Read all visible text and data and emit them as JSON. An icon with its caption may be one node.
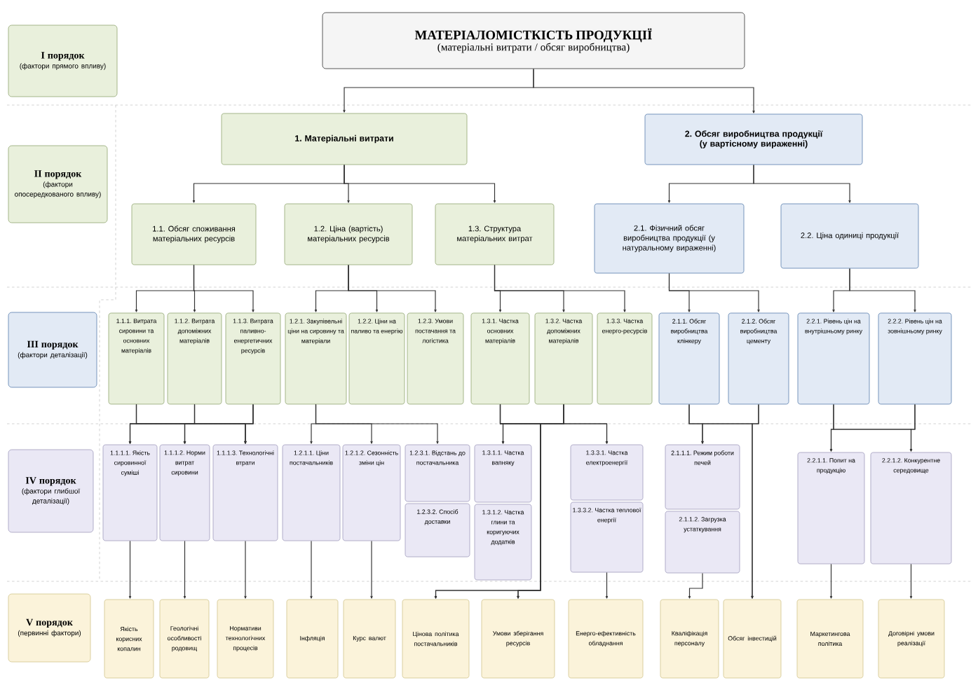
{
  "diagram": {
    "nodes": [
      {
        "text": [
          "I порядок",
          "(фактори прямого впливу)"
        ]
      },
      {
        "text": [
          "II порядок",
          "(фактори опосередкованого впливу)"
        ]
      },
      {
        "text": [
          "III порядок",
          "(фактори деталізації)"
        ]
      },
      {
        "text": [
          "IV порядок",
          "(фактори глибшої деталізації)"
        ]
      },
      {
        "text": [
          "V порядок",
          "(первинні фактори)"
        ]
      },
      {
        "text": [
          "МАТЕРІАЛОМІСТКІСТЬ ПРОДУКЦІЇ",
          "(матеріальні витрати / обсяг виробництва)"
        ]
      },
      {
        "text": [
          "1. Матеріальні витрати"
        ]
      },
      {
        "text": [
          "2. Обсяг виробництва продукції (у вартісному вираженні)"
        ]
      },
      {
        "text": [
          "1.1. Обсяг споживання матеріальних ресурсів"
        ]
      },
      {
        "text": [
          "1.2. Ціна (вартість) матеріальних ресурсів"
        ]
      },
      {
        "text": [
          "1.3. Структура матеріальних витрат"
        ]
      },
      {
        "text": [
          "2.1. Фізичний обсяг виробництва продукції (у натуральному вираженні)"
        ]
      },
      {
        "text": [
          "2.2. Ціна одиниці продукції"
        ]
      },
      {
        "text": [
          "1.1.1. Витрата сировини та основних матеріалів"
        ]
      },
      {
        "text": [
          "1.1.2. Витрата допоміжних матеріалів"
        ]
      },
      {
        "text": [
          "1.1.3. Витрата паливно-енергетичних ресурсів"
        ]
      },
      {
        "text": [
          "1.2.1. Закупівельні ціни на сировину та матеріали"
        ]
      },
      {
        "text": [
          "1.2.2. Ціни на паливо та енергію"
        ]
      },
      {
        "text": [
          "1.2.3. Умови постачання та логістика"
        ]
      },
      {
        "text": [
          "1.3.1. Частка основних матеріалів"
        ]
      },
      {
        "text": [
          "1.3.2. Частка допоміжних матеріалів"
        ]
      },
      {
        "text": [
          "1.3.3. Частка енерго-ресурсів"
        ]
      },
      {
        "text": [
          "2.1.1. Обсяг виробництва клінкеру"
        ]
      },
      {
        "text": [
          "2.1.2. Обсяг виробництва цементу"
        ]
      },
      {
        "text": [
          "2.2.1. Рівень цін на внутрішньому ринку"
        ]
      },
      {
        "text": [
          "2.2.2. Рівень цін на зовнішньому ринку"
        ]
      },
      {
        "text": [
          "1.1.1.1. Якість сировинної суміші"
        ]
      },
      {
        "text": [
          "1.1.1.2. Норми витрат сировини"
        ]
      },
      {
        "text": [
          "1.1.1.3. Технологічні втрати"
        ]
      },
      {
        "text": [
          "1.2.1.1. Ціни постачальників"
        ]
      },
      {
        "text": [
          "1.2.1.2. Сезонність зміни цін"
        ]
      },
      {
        "text": [
          "1.2.3.1. Відстань до постачальника"
        ]
      },
      {
        "text": [
          "1.2.3.2. Спосіб доставки"
        ]
      },
      {
        "text": [
          "1.3.1.1. Частка вапняку"
        ]
      },
      {
        "text": [
          "1.3.1.2. Частка глини та коригуючих додатків"
        ]
      },
      {
        "text": [
          "1.3.3.1. Частка електроенергії"
        ]
      },
      {
        "text": [
          "1.3.3.2. Частка теплової енергії"
        ]
      },
      {
        "text": [
          "2.1.1.1. Режим роботи печей"
        ]
      },
      {
        "text": [
          "2.1.1.2. Загрузка устаткування"
        ]
      },
      {
        "text": [
          "2.2.1.1. Попит на продукцію"
        ]
      },
      {
        "text": [
          "2.2.1.2. Конкурентне середовище"
        ]
      },
      {
        "text": [
          "Якість корисних копалин"
        ]
      },
      {
        "text": [
          "Геологічні особливості родовищ"
        ]
      },
      {
        "text": [
          "Нормативи технологічних процесів"
        ]
      },
      {
        "text": [
          "Інфляція"
        ]
      },
      {
        "text": [
          "Курс валют"
        ]
      },
      {
        "text": [
          "Цінова політика постачальників"
        ]
      },
      {
        "text": [
          "Умови зберігання ресурсів"
        ]
      },
      {
        "text": [
          "Енерго-ефективність обладнання"
        ]
      },
      {
        "text": [
          "Кваліфікація персоналу"
        ]
      },
      {
        "text": [
          "Обсяг інвестицій"
        ]
      },
      {
        "text": [
          "Маркетингова політика"
        ]
      },
      {
        "text": [
          "Договірні умови реалізації"
        ]
      }
    ],
    "edges": [
      {
        "from": 5,
        "to": 6,
        "arrow": "to"
      },
      {
        "from": 5,
        "to": 7,
        "arrow": "to"
      },
      {
        "from": 6,
        "to": 8,
        "arrow": "to"
      },
      {
        "from": 6,
        "to": 9,
        "arrow": "to"
      },
      {
        "from": 6,
        "to": 10,
        "arrow": "to"
      },
      {
        "from": 7,
        "to": 11,
        "arrow": "to"
      },
      {
        "from": 7,
        "to": 12,
        "arrow": "to"
      },
      {
        "from": 8,
        "to": 13,
        "arrow": "to"
      },
      {
        "from": 8,
        "to": 14,
        "arrow": "to"
      },
      {
        "from": 8,
        "to": 15,
        "arrow": "to"
      },
      {
        "from": 9,
        "to": 16,
        "arrow": "to"
      },
      {
        "from": 9,
        "to": 17,
        "arrow": "to"
      },
      {
        "from": 9,
        "to": 18,
        "arrow": "to"
      },
      {
        "from": 10,
        "to": 19,
        "arrow": "to"
      },
      {
        "from": 10,
        "to": 20,
        "arrow": "to"
      },
      {
        "from": 10,
        "to": 21,
        "arrow": "to"
      },
      {
        "from": 11,
        "to": 22,
        "arrow": "to"
      },
      {
        "from": 11,
        "to": 23,
        "arrow": "to"
      },
      {
        "from": 12,
        "to": 24,
        "arrow": "to"
      },
      {
        "from": 12,
        "to": 25,
        "arrow": "to"
      },
      {
        "from": 13,
        "to": 26,
        "arrow": "to"
      },
      {
        "from": 13,
        "to": 27,
        "arrow": "to"
      },
      {
        "from": 13,
        "to": 28,
        "arrow": "to"
      },
      {
        "from": 14,
        "to": 26,
        "arrow": "to"
      },
      {
        "from": 14,
        "to": 27,
        "arrow": "to"
      },
      {
        "from": 14,
        "to": 28,
        "arrow": "to"
      },
      {
        "from": 15,
        "to": 26,
        "arrow": "to"
      },
      {
        "from": 15,
        "to": 27,
        "arrow": "to"
      },
      {
        "from": 15,
        "to": 28,
        "arrow": "to"
      },
      {
        "from": 16,
        "to": 29,
        "arrow": "to"
      },
      {
        "from": 16,
        "to": 30,
        "arrow": "to"
      },
      {
        "from": 16,
        "to": 31,
        "arrow": "to"
      },
      {
        "from": 19,
        "to": 33,
        "arrow": "to"
      },
      {
        "from": 19,
        "to": 35,
        "arrow": "to"
      },
      {
        "from": 19,
        "to": 46,
        "arrow": "to"
      },
      {
        "from": 19,
        "to": 47,
        "arrow": "to"
      },
      {
        "from": 20,
        "to": 33,
        "arrow": "to"
      },
      {
        "from": 20,
        "to": 35,
        "arrow": "to"
      },
      {
        "from": 20,
        "to": 46,
        "arrow": "to"
      },
      {
        "from": 20,
        "to": 47,
        "arrow": "to"
      },
      {
        "from": 22,
        "to": 37,
        "arrow": "to"
      },
      {
        "from": 22,
        "to": 50,
        "arrow": "to"
      },
      {
        "from": 23,
        "to": 37,
        "arrow": "to"
      },
      {
        "from": 23,
        "to": 50,
        "arrow": "to"
      },
      {
        "from": 24,
        "to": 39,
        "arrow": "to"
      },
      {
        "from": 24,
        "to": 40,
        "arrow": "to"
      },
      {
        "from": 25,
        "to": 39,
        "arrow": "to"
      },
      {
        "from": 25,
        "to": 40,
        "arrow": "to"
      },
      {
        "from": 26,
        "to": 41,
        "arrow": "to"
      },
      {
        "from": 27,
        "to": 42,
        "arrow": "to"
      },
      {
        "from": 28,
        "to": 43,
        "arrow": "to"
      },
      {
        "from": 29,
        "to": 44,
        "arrow": "to"
      },
      {
        "from": 30,
        "to": 45,
        "arrow": "to"
      },
      {
        "from": 36,
        "to": 48,
        "arrow": "to"
      },
      {
        "from": 38,
        "to": 49,
        "arrow": "to"
      },
      {
        "from": 39,
        "to": 51,
        "arrow": "to"
      },
      {
        "from": 40,
        "to": 52,
        "arrow": "to"
      }
    ]
  }
}
